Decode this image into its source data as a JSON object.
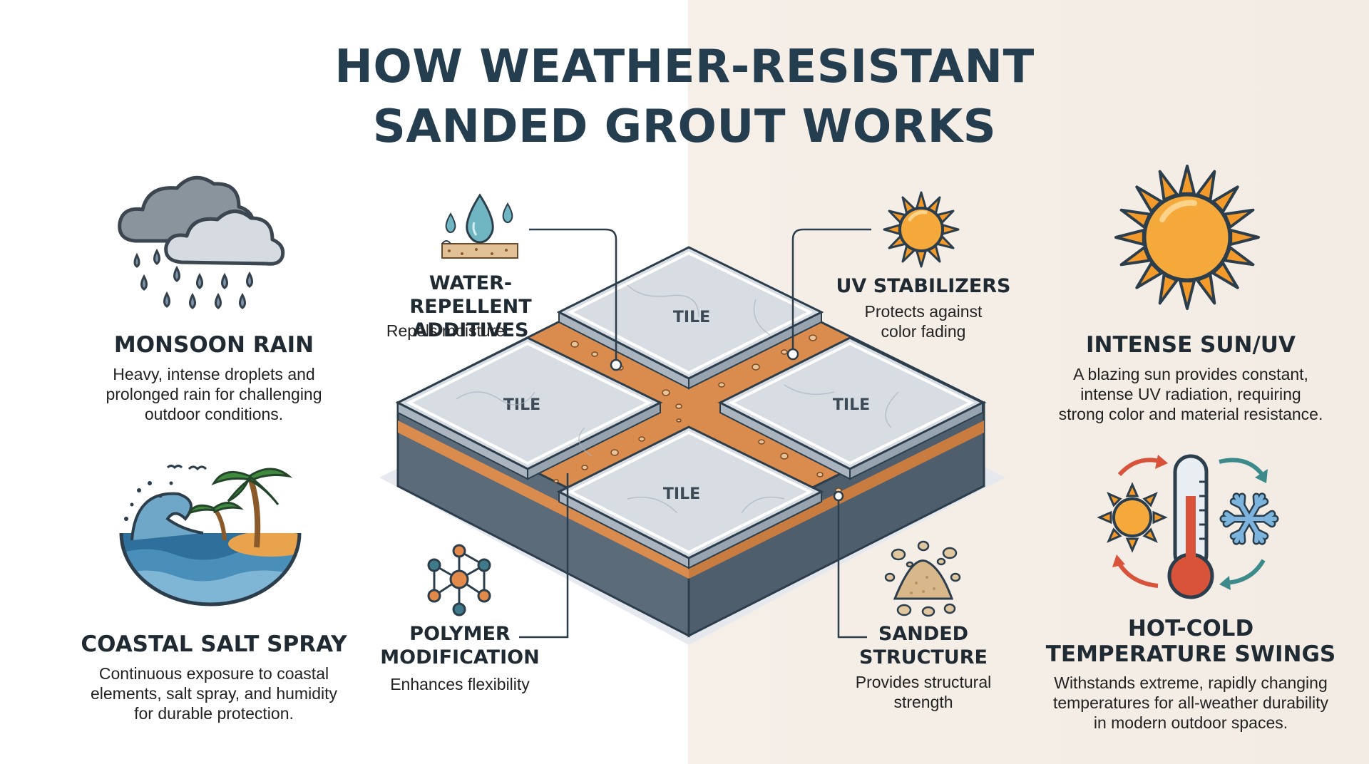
{
  "title": {
    "line1": "HOW WEATHER-RESISTANT",
    "line2": "SANDED GROUT WORKS"
  },
  "conditions": {
    "monsoon": {
      "heading": "MONSOON RAIN",
      "lines": [
        "Heavy, intense droplets and",
        "prolonged rain for challenging",
        "outdoor conditions."
      ],
      "icon": "rain-cloud-icon"
    },
    "coastal": {
      "heading": "COASTAL SALT SPRAY",
      "lines": [
        "Continuous exposure to coastal",
        "elements, salt spray, and humidity",
        "for durable protection."
      ],
      "icon": "ocean-wave-palm-icon"
    },
    "sun": {
      "heading": "INTENSE SUN/UV",
      "lines": [
        "A blazing sun provides constant,",
        "intense UV radiation, requiring",
        "strong color and material resistance."
      ],
      "icon": "sun-icon"
    },
    "temperature": {
      "heading_line1": "HOT-COLD",
      "heading_line2": "TEMPERATURE SWINGS",
      "lines": [
        "Withstands extreme, rapidly changing",
        "temperatures for all-weather durability",
        "in modern outdoor spaces."
      ],
      "icon": "thermometer-cycle-icon"
    }
  },
  "features": {
    "water": {
      "heading_line1": "WATER-REPELLENT",
      "heading_line2": "ADDITIVES",
      "desc": "Repels moisture",
      "icon": "water-drop-icon"
    },
    "uv": {
      "heading": "UV STABILIZERS",
      "lines": [
        "Protects against",
        "color fading"
      ],
      "icon": "small-sun-icon"
    },
    "polymer": {
      "heading_line1": "POLYMER",
      "heading_line2": "MODIFICATION",
      "desc": "Enhances flexibility",
      "icon": "molecule-icon"
    },
    "sanded": {
      "heading_line1": "SANDED",
      "heading_line2": "STRUCTURE",
      "lines": [
        "Provides structural",
        "strength"
      ],
      "icon": "sand-pile-icon"
    }
  },
  "tiles": {
    "top": "TILE",
    "left": "TILE",
    "right": "TILE",
    "bottom": "TILE"
  },
  "colors": {
    "title": "#243d4f",
    "grout": "#d98c4e",
    "tile": "#dfe5ea",
    "base": "#5f6e7c",
    "sun": "#f39a2a",
    "ice": "#4a84b8",
    "water": "#6fb6c2"
  }
}
